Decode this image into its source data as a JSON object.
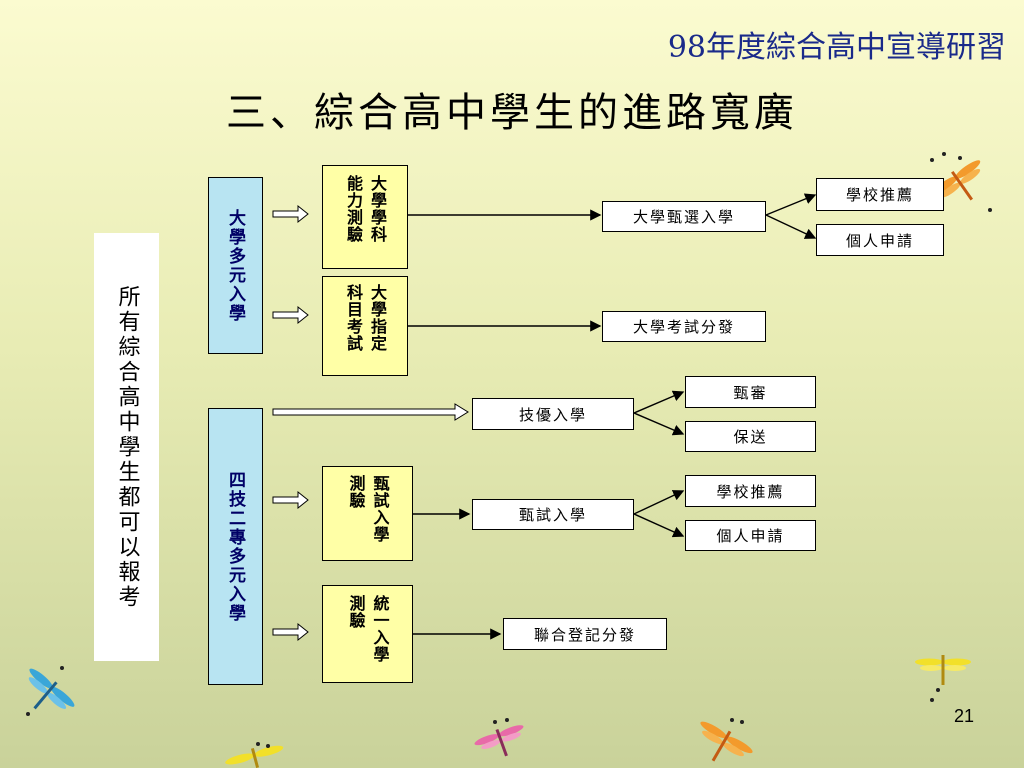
{
  "header": {
    "title": "98年度綜合高中宣導研習"
  },
  "main_title": "三、綜合高中學生的進路寬廣",
  "left_label": "所有綜合高中學生都可以報考",
  "group_university": {
    "label": "大學多元入學",
    "tests": [
      {
        "label": "大學學科能力測驗",
        "result": "大學甄選入學",
        "options": [
          "學校推薦",
          "個人申請"
        ]
      },
      {
        "label": "大學指定科目考試",
        "result": "大學考試分發"
      }
    ]
  },
  "group_tech": {
    "label": "四技二專多元入學",
    "direct": {
      "result": "技優入學",
      "options": [
        "甄審",
        "保送"
      ]
    },
    "tests": [
      {
        "label": "甄試入學測驗",
        "result": "甄試入學",
        "options": [
          "學校推薦",
          "個人申請"
        ]
      },
      {
        "label": "統一入學測驗",
        "result": "聯合登記分發"
      }
    ]
  },
  "page_number": "21"
}
